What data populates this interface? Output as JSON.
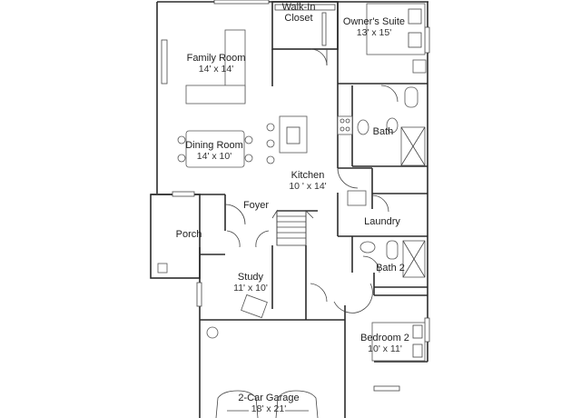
{
  "rooms": {
    "walk_in": {
      "name": "Walk-In",
      "name2": "Closet"
    },
    "owners_suite": {
      "name": "Owner's Suite",
      "dim": "13' x 15'"
    },
    "family_room": {
      "name": "Family Room",
      "dim": "14' x 14'"
    },
    "dining_room": {
      "name": "Dining Room",
      "dim": "14' x 10'"
    },
    "bath": {
      "name": "Bath"
    },
    "kitchen": {
      "name": "Kitchen",
      "dim": "10 ' x 14'"
    },
    "foyer": {
      "name": "Foyer"
    },
    "laundry": {
      "name": "Laundry"
    },
    "porch": {
      "name": "Porch"
    },
    "bath2": {
      "name": "Bath 2"
    },
    "study": {
      "name": "Study",
      "dim": "11' x 10'"
    },
    "bedroom2": {
      "name": "Bedroom 2",
      "dim": "10' x 11'"
    },
    "garage": {
      "name": "2-Car Garage",
      "dim": "18' x 21'"
    }
  }
}
